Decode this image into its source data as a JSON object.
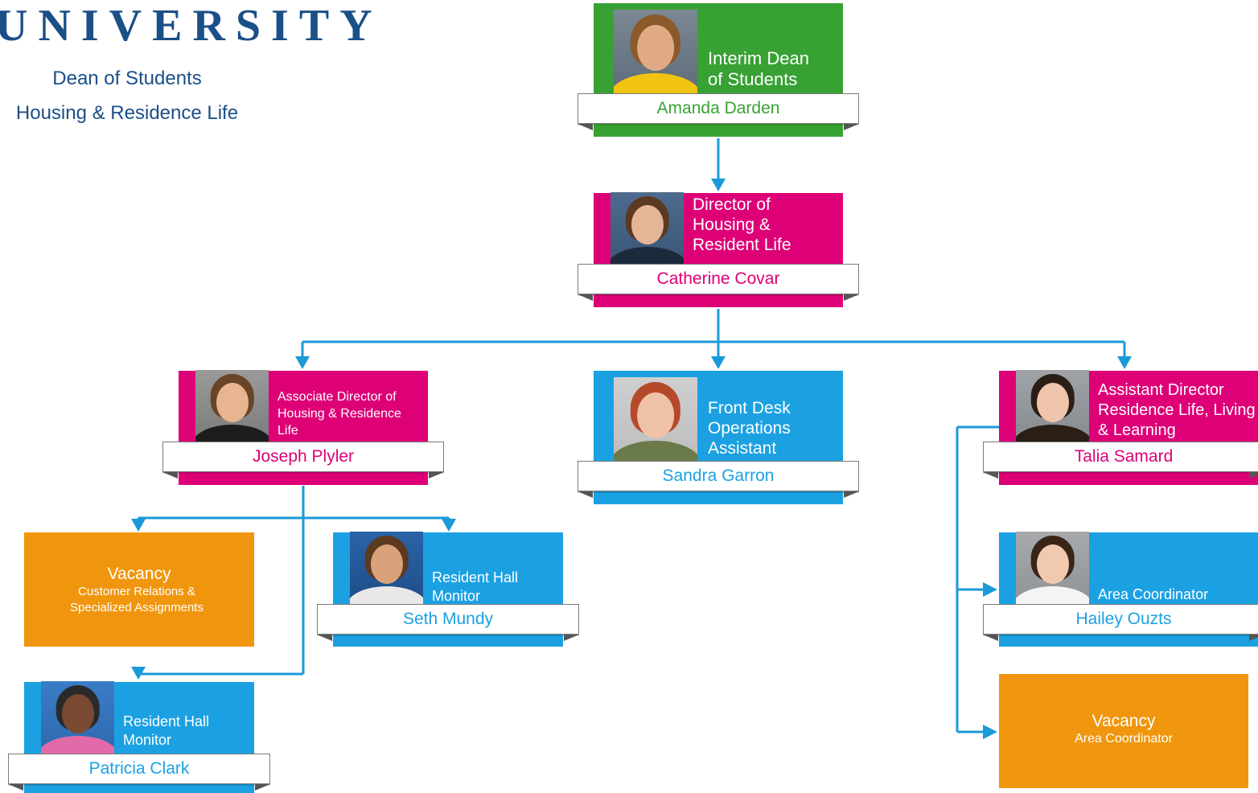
{
  "header": {
    "university": "UNIVERSITY",
    "line1": "Dean of Students",
    "line2": "Housing & Residence Life"
  },
  "colors": {
    "green": "#38a133",
    "magenta": "#dd0077",
    "blue": "#1ba1e2",
    "orange": "#f0960e",
    "connector": "#1b9ad8",
    "heading": "#1b4f87"
  },
  "nodes": {
    "dean": {
      "title": "Interim Dean of Students",
      "name": "Amanda Darden"
    },
    "director": {
      "title": "Director of Housing & Resident Life",
      "name": "Catherine Covar"
    },
    "associate": {
      "title": "Associate Director of Housing & Residence Life",
      "name": "Joseph Plyler"
    },
    "frontdesk": {
      "title": "Front Desk Operations Assistant",
      "name": "Sandra Garron"
    },
    "assistant": {
      "title": "Assistant Director Residence Life, Living & Learning",
      "name": "Talia Samard"
    },
    "vacancy_cr": {
      "title": "Vacancy",
      "subtitle": "Customer Relations & Specialized Assignments"
    },
    "seth": {
      "title": "Resident Hall Monitor",
      "name": "Seth Mundy"
    },
    "patricia": {
      "title": "Resident Hall Monitor",
      "name": "Patricia Clark"
    },
    "hailey": {
      "title": "Area Coordinator",
      "name": "Hailey Ouzts"
    },
    "vacancy_ac": {
      "title": "Vacancy",
      "subtitle": "Area Coordinator"
    }
  }
}
